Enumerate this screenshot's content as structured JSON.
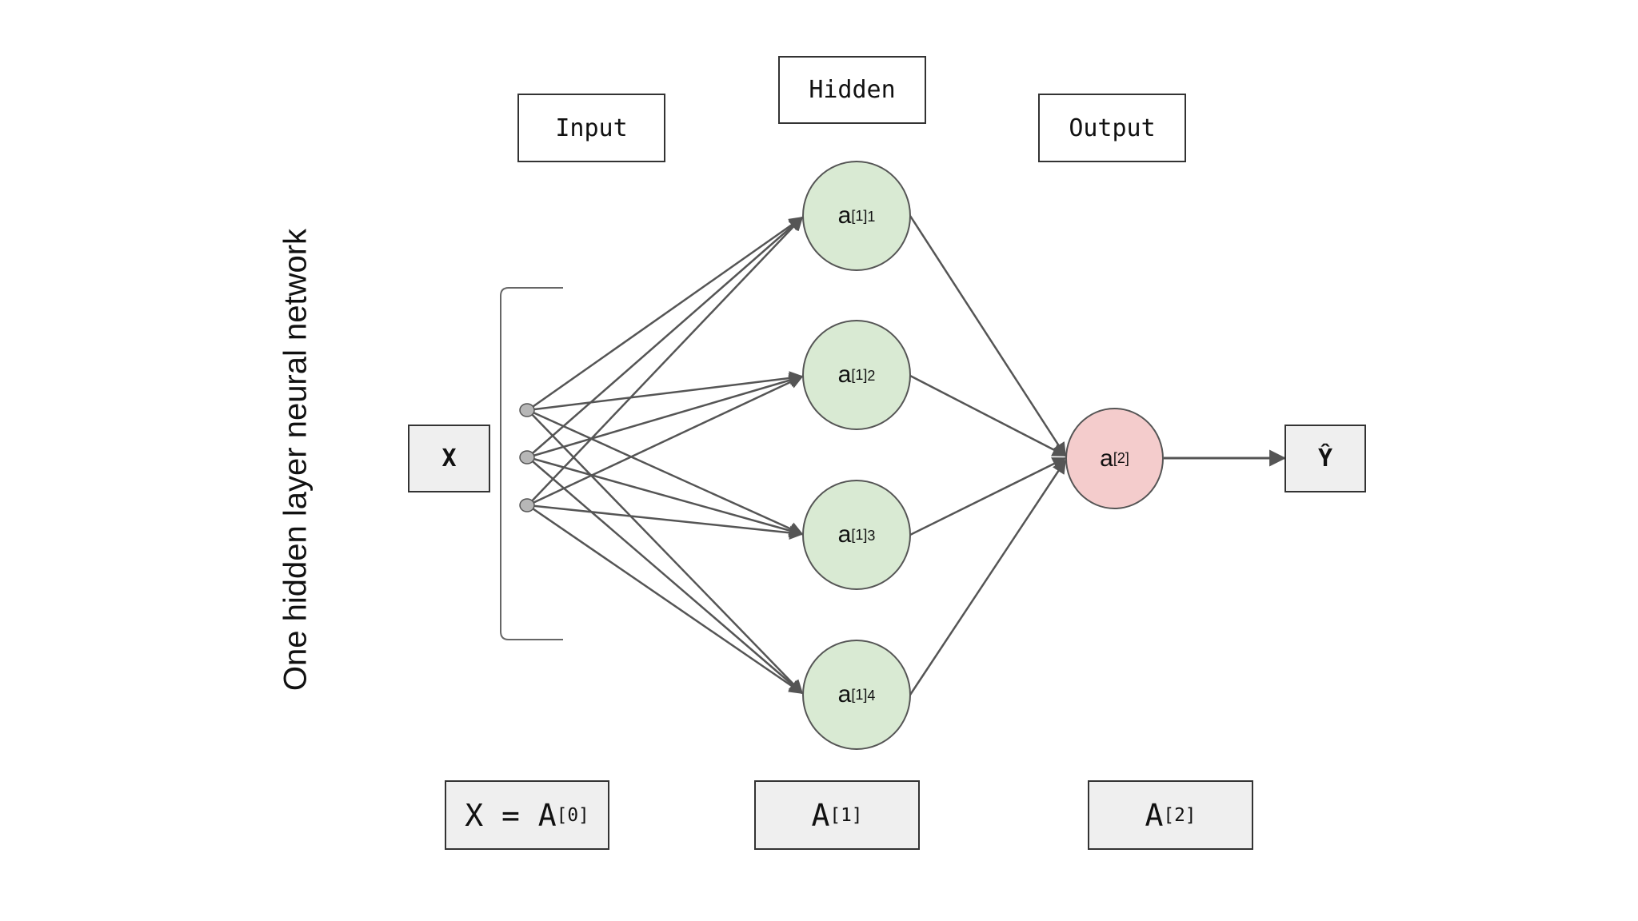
{
  "title": "One hidden layer neural network",
  "colors": {
    "hidden_fill": "#d9ead3",
    "output_fill": "#f4cccc",
    "input_dot": "#b7b7b7",
    "edge": "#555555",
    "label_box": "#efefef"
  },
  "layer_headers": {
    "input": "Input",
    "hidden": "Hidden",
    "output": "Output"
  },
  "x_label": "X",
  "yhat_label": "Ŷ",
  "hidden_nodes": [
    {
      "base": "a",
      "sup": "[1]",
      "sub": "1"
    },
    {
      "base": "a",
      "sup": "[1]",
      "sub": "2"
    },
    {
      "base": "a",
      "sup": "[1]",
      "sub": "3"
    },
    {
      "base": "a",
      "sup": "[1]",
      "sub": "4"
    }
  ],
  "output_node": {
    "base": "a",
    "sup": "[2]"
  },
  "activations": {
    "a0": {
      "base": "X = A",
      "sup": "[0]"
    },
    "a1": {
      "base": "A",
      "sup": "[1]"
    },
    "a2": {
      "base": "A",
      "sup": "[2]"
    }
  }
}
